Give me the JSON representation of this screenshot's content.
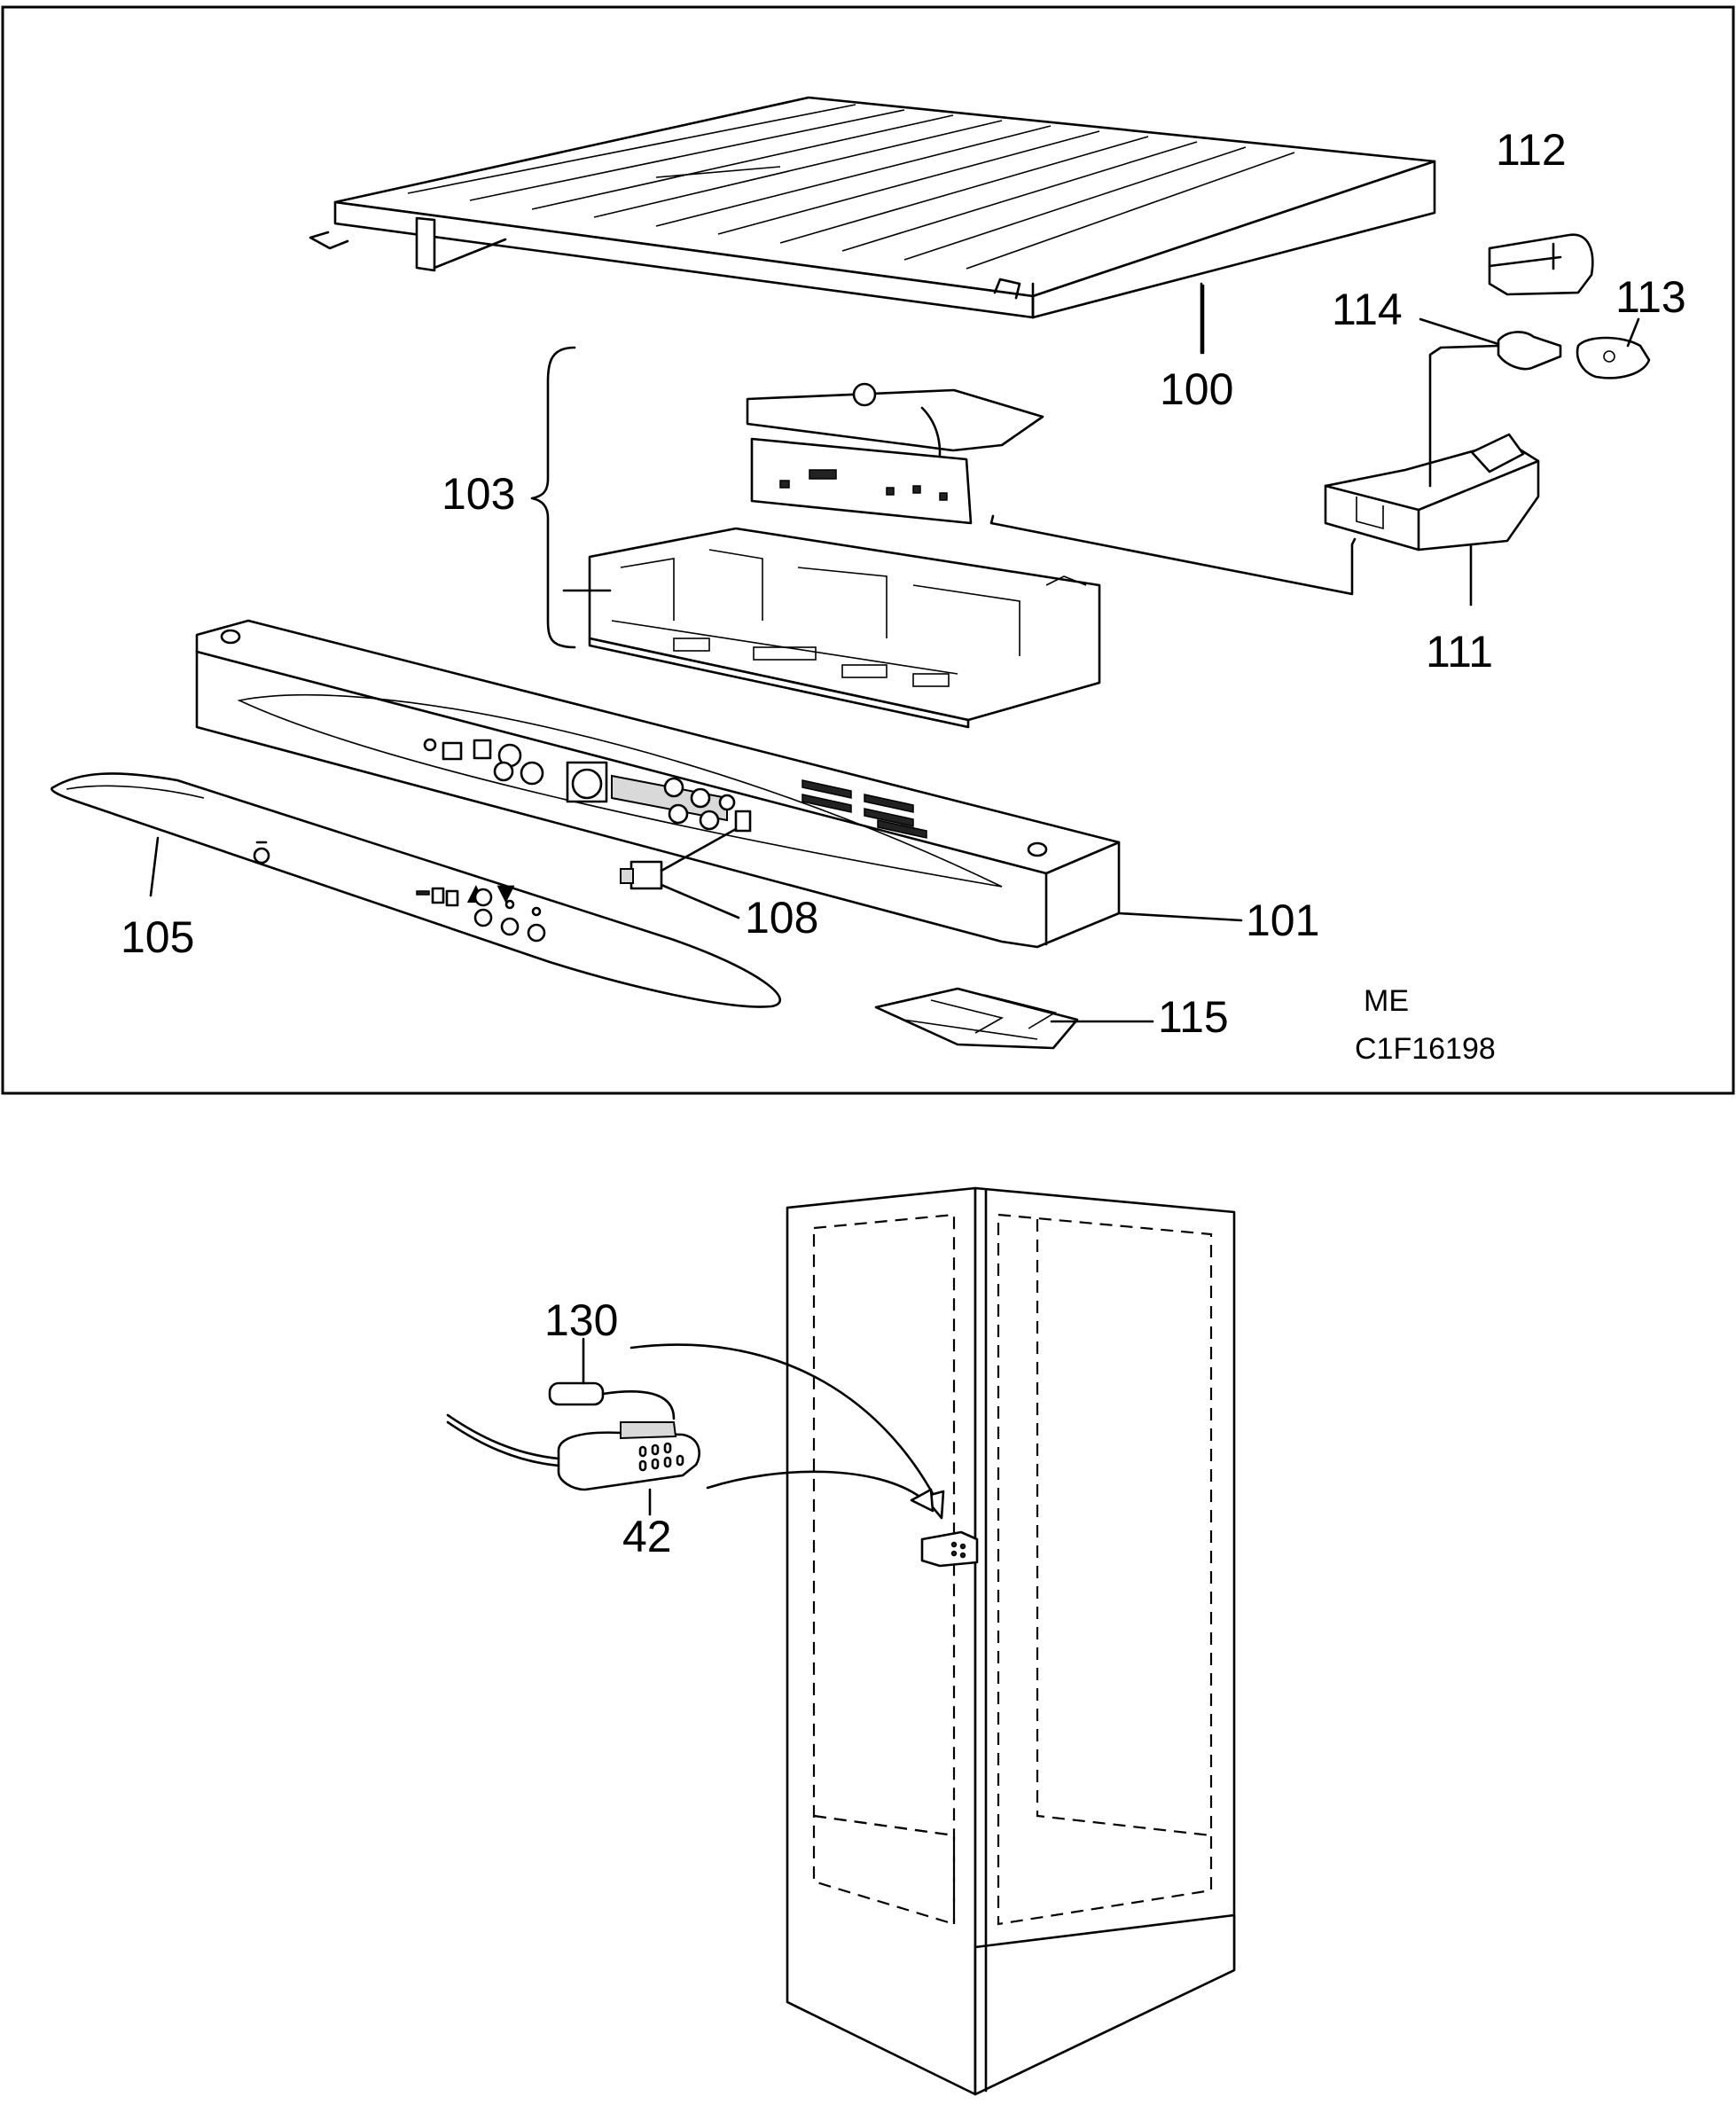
{
  "diagram": {
    "upper_panel": {
      "callouts": {
        "p100": "100",
        "p101": "101",
        "p103": "103",
        "p105": "105",
        "p108": "108",
        "p111": "111",
        "p112": "112",
        "p113": "113",
        "p114": "114",
        "p115": "115"
      },
      "drawing_code_line1": "ME",
      "drawing_code_line2": "C1F16198"
    },
    "lower_panel": {
      "callouts": {
        "p130": "130",
        "p42": "42"
      }
    }
  }
}
